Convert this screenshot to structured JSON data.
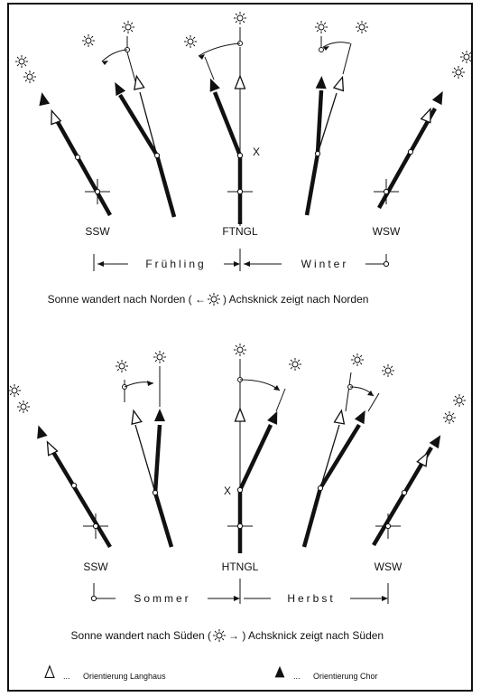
{
  "top": {
    "labels": {
      "left": "SSW",
      "center": "FTNGL",
      "right": "WSW",
      "knick": "X"
    },
    "season_left": "Frühling",
    "season_right": "Winter",
    "caption_pre": "Sonne wandert nach Norden ( ←",
    "caption_post": ") Achsknick zeigt nach Norden"
  },
  "bottom": {
    "labels": {
      "left": "SSW",
      "center": "HTNGL",
      "right": "WSW",
      "knick": "X"
    },
    "season_left": "Sommer",
    "season_right": "Herbst",
    "caption_pre": "Sonne wandert nach Süden (",
    "caption_post": "→ ) Achsknick zeigt nach Süden"
  },
  "legend": {
    "dots": "...",
    "langhaus": "Orientierung Langhaus",
    "chor": "Orientierung Chor"
  },
  "icons": {
    "sun": "sun-icon",
    "open_triangle": "open-triangle-icon",
    "filled_triangle": "filled-triangle-icon"
  }
}
